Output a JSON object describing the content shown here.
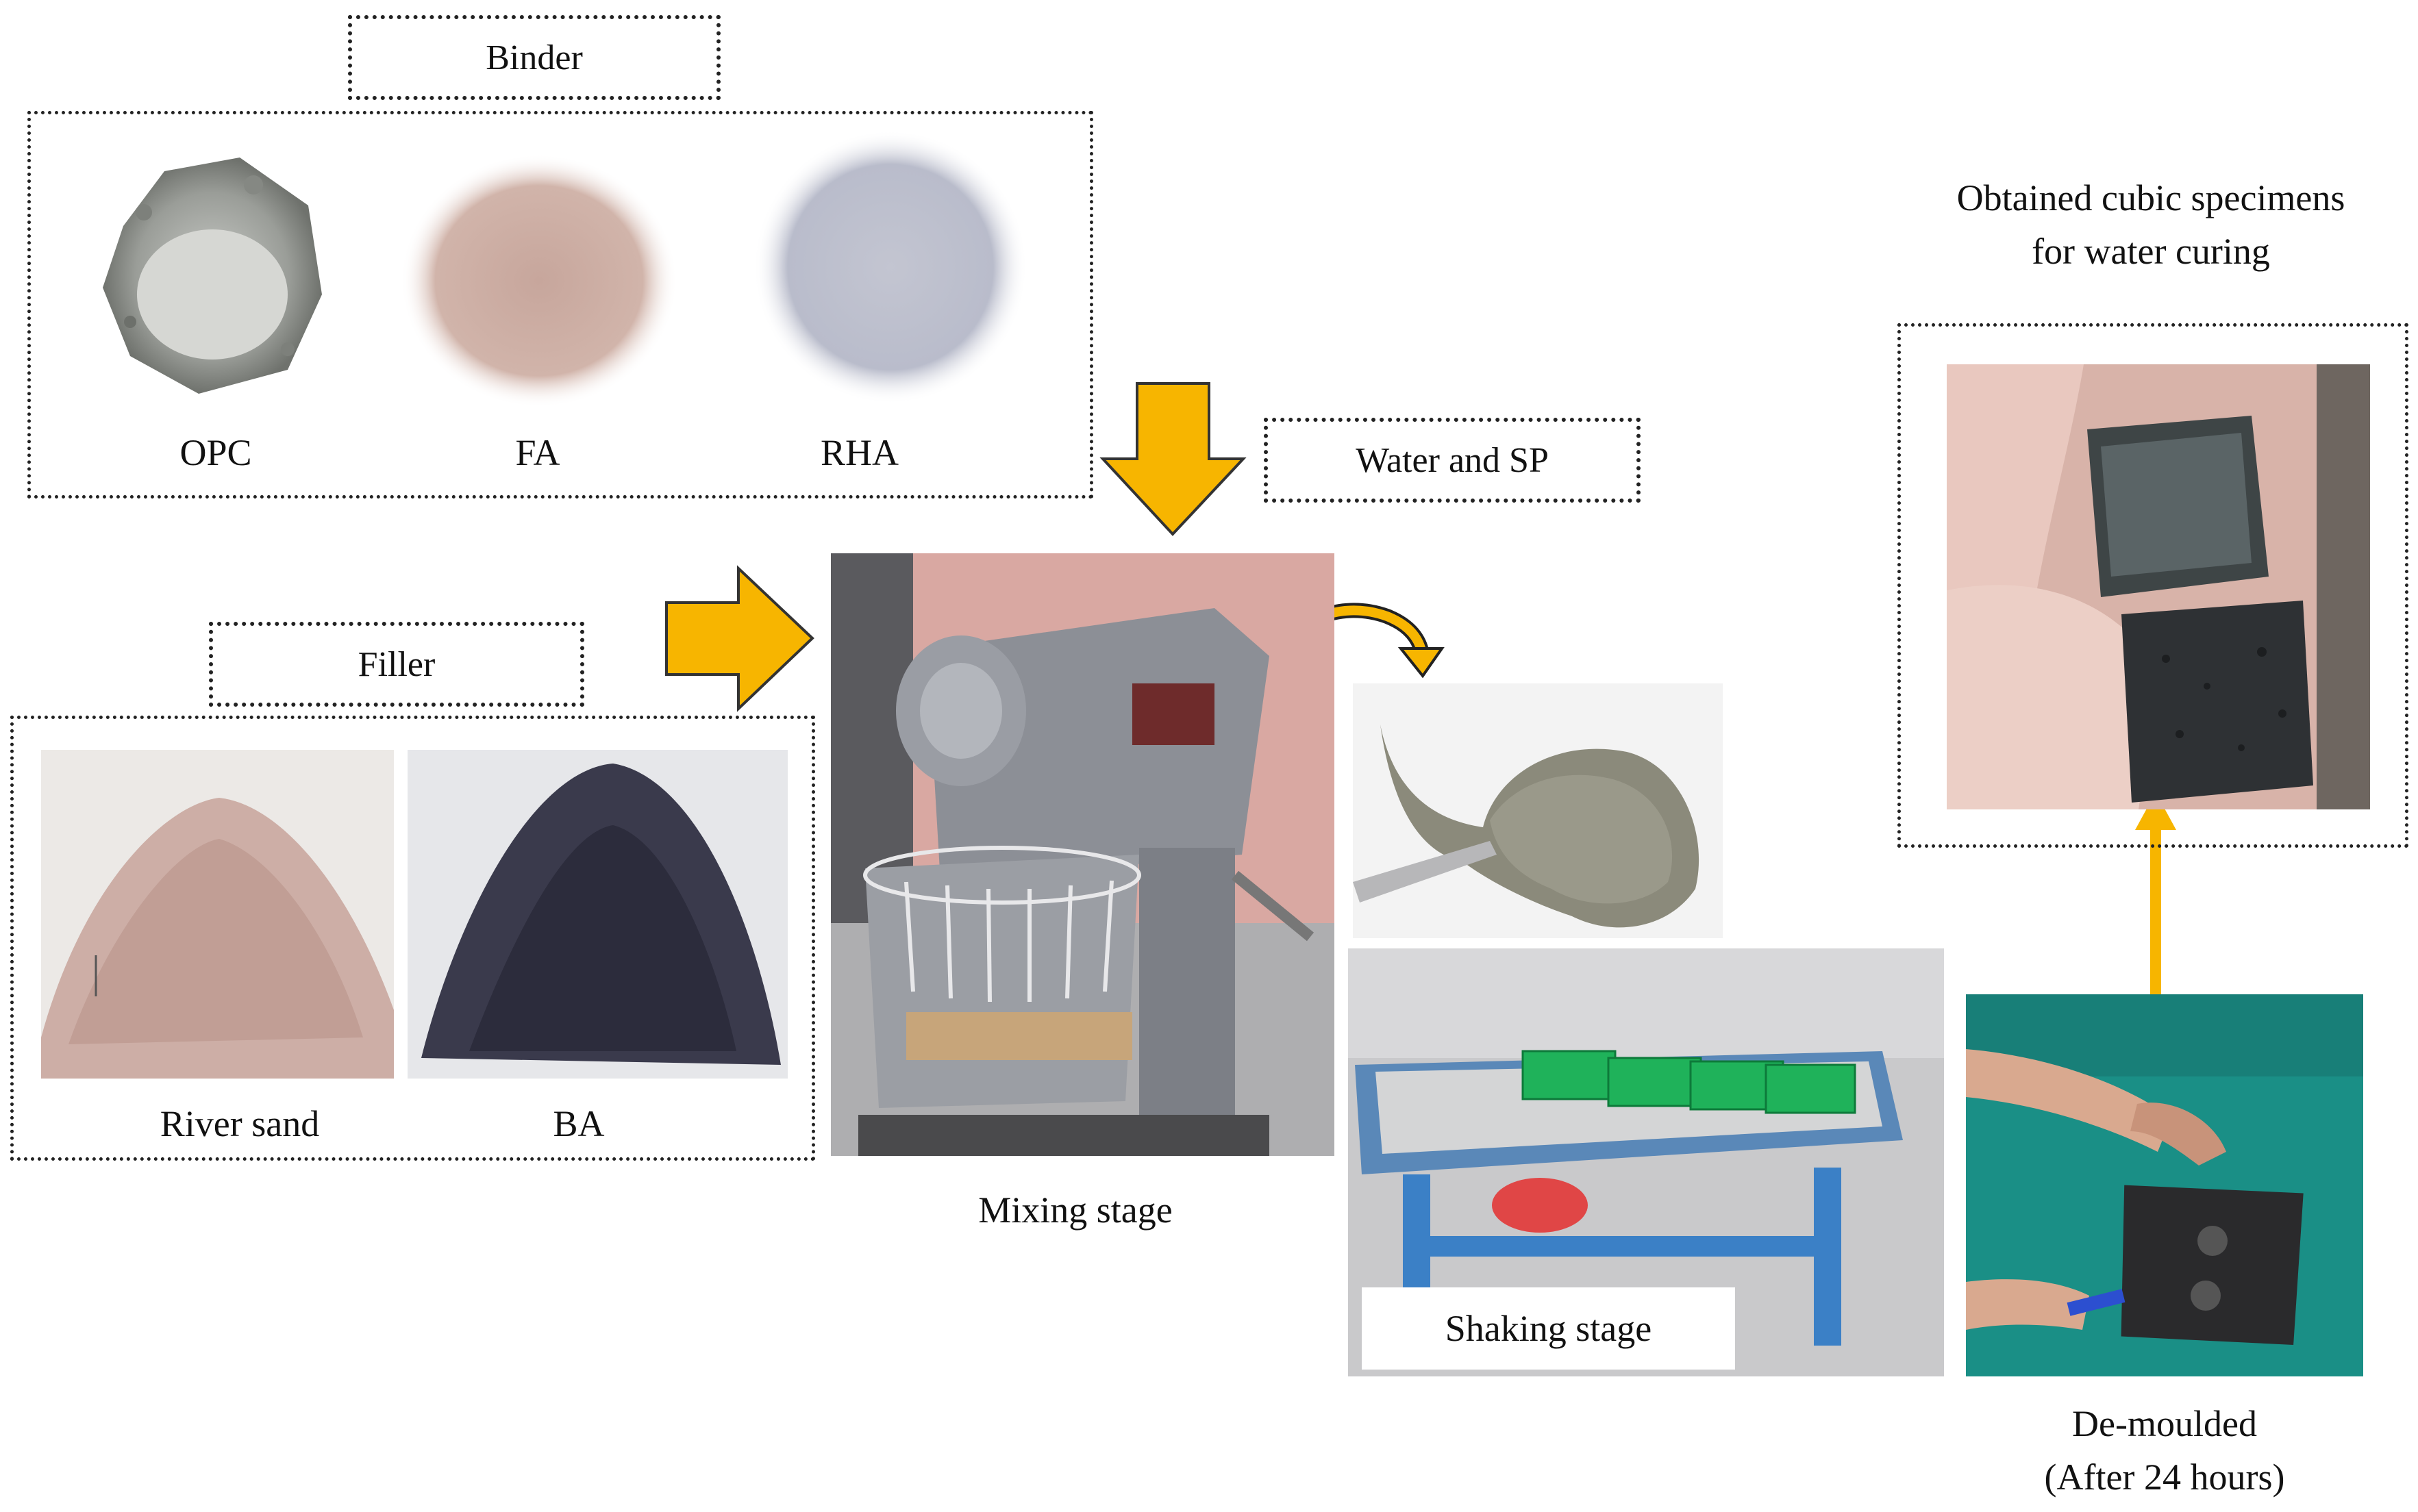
{
  "binder": {
    "title": "Binder",
    "items": [
      {
        "label": "OPC"
      },
      {
        "label": "FA"
      },
      {
        "label": "RHA"
      }
    ]
  },
  "filler": {
    "title": "Filler",
    "items": [
      {
        "label": "River sand"
      },
      {
        "label": "BA"
      }
    ]
  },
  "water_sp": {
    "label": "Water and SP"
  },
  "mixing": {
    "caption": "Mixing stage"
  },
  "shaking": {
    "caption": "Shaking stage"
  },
  "demoulded": {
    "line1": "De-moulded",
    "line2": "(After 24 hours)"
  },
  "specimens": {
    "line1": "Obtained cubic specimens",
    "line2": "for water curing"
  },
  "colors": {
    "arrow": "#F7B500",
    "border": "#222222"
  }
}
